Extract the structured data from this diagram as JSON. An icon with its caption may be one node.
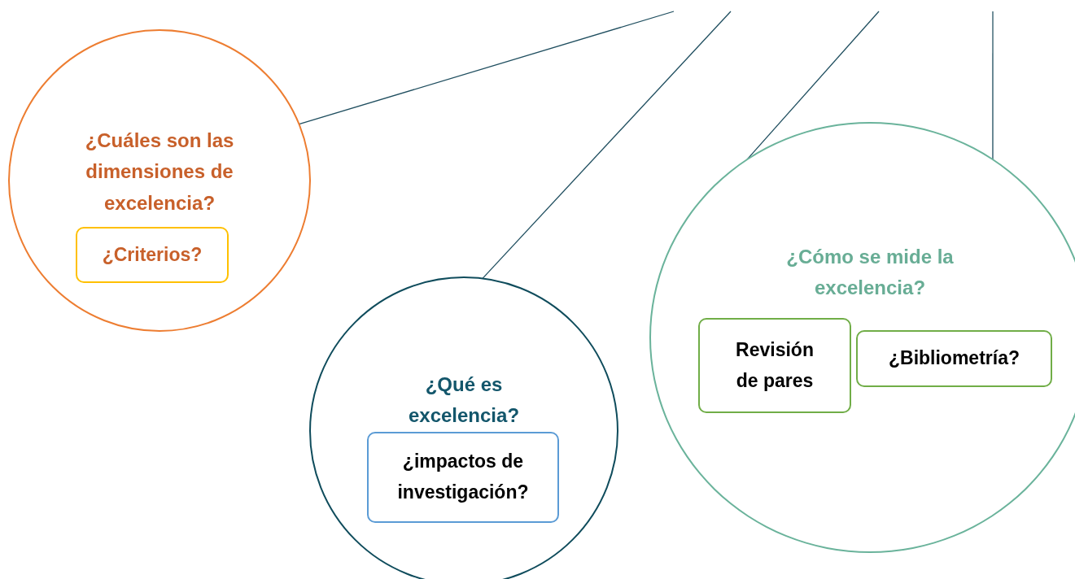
{
  "diagram": {
    "nodes": [
      {
        "text": [
          "¿Cuáles son las dimensiones de excelencia?"
        ]
      },
      {
        "text": [
          "¿Criterios?"
        ],
        "in": 0
      },
      {
        "text": [
          "¿Qué es excelencia?"
        ]
      },
      {
        "text": [
          "¿impactos de investigación?"
        ],
        "in": 2
      },
      {
        "text": [
          "¿Cómo se mide la excelencia?"
        ]
      },
      {
        "text": [
          "Revisión de pares"
        ],
        "in": 4
      },
      {
        "text": [
          "¿Bibliometría?"
        ],
        "in": 4
      }
    ],
    "edges": [
      {
        "from": null,
        "to": 0,
        "arrow": "none"
      },
      {
        "from": null,
        "to": 2,
        "arrow": "none"
      },
      {
        "from": null,
        "to": 4,
        "arrow": "none"
      },
      {
        "from": null,
        "to": 4,
        "arrow": "none"
      }
    ]
  }
}
